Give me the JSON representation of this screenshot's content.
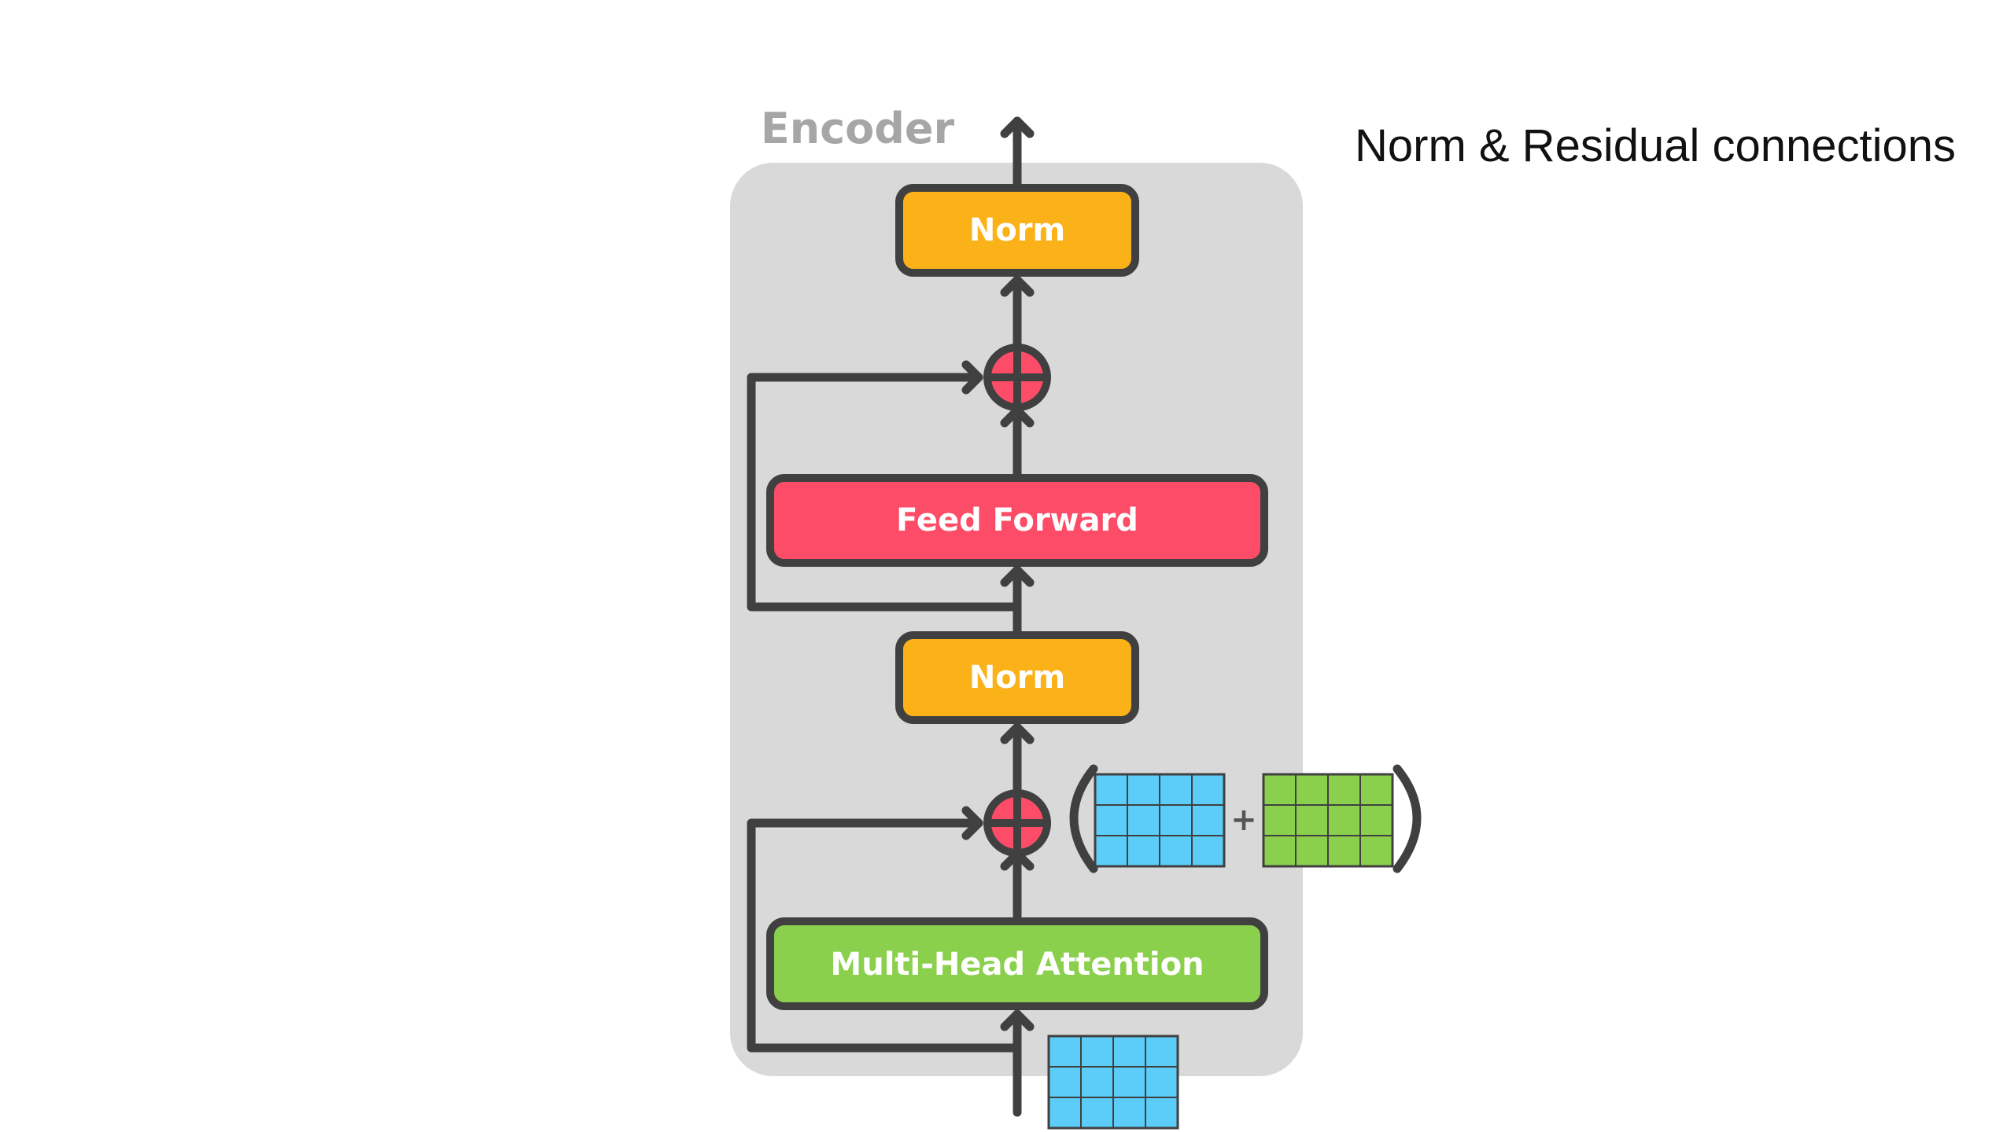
{
  "slide": {
    "title": "Norm & Residual connections"
  },
  "encoder": {
    "label": "Encoder",
    "blocks": {
      "norm_top": "Norm",
      "feed_forward": "Feed Forward",
      "norm_bottom": "Norm",
      "multi_head_attention": "Multi-Head Attention"
    },
    "matrix_sum_operator": "+"
  },
  "colors": {
    "encoder_background": "#d9d9d9",
    "norm": "#fbb118",
    "feed_forward": "#fc4c67",
    "multi_head_attention": "#8bd04d",
    "add_node": "#fc4c67",
    "matrix_blue": "#5ccdf8",
    "matrix_green": "#8bd04d",
    "stroke": "#404040"
  }
}
